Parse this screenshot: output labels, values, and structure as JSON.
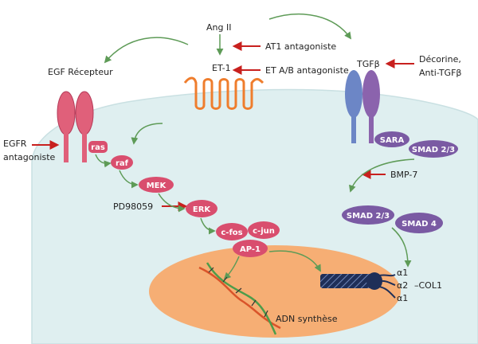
{
  "labels": {
    "ang2": "Ang II",
    "at1": "AT1 antagoniste",
    "et1": "ET-1",
    "etab": "ET A/B antagoniste",
    "egf_receptor": "EGF Récepteur",
    "tgfb": "TGFβ",
    "decorine_line1": "Décorine,",
    "decorine_line2": "Anti-TGFβ",
    "egfr_line1": "EGFR",
    "egfr_line2": "antagoniste",
    "pd": "PD98059",
    "bmp7": "BMP-7",
    "adn": "ADN synthèse",
    "alpha1a": "α1",
    "alpha2": "α2",
    "col1": "–COL1",
    "alpha1b": "α1"
  },
  "nodes": {
    "ras": "ras",
    "raf": "raf",
    "mek": "MEK",
    "erk": "ERK",
    "cfos": "c-fos",
    "cjun": "c-jun",
    "ap1": "AP-1",
    "sara": "SARA",
    "smad23_top": "SMAD 2/3",
    "smad23_bottom": "SMAD 2/3",
    "smad4": "SMAD 4"
  },
  "colors": {
    "cell": "#dfeff0",
    "nucleus": "#f6ae74",
    "egfr": "#e0607a",
    "node": "#d94e6e",
    "smad": "#7a5aa3",
    "tgfr_blue": "#6c86c6",
    "tgfr_purple": "#8b63ad",
    "et_receptor": "#ef7d2d",
    "inhibitor_arrow": "#c8201e",
    "flow_arrow": "#5e9b57",
    "dna_red": "#d9542a",
    "dna_green": "#4d9c4a",
    "collagen": "#1f2f58"
  }
}
